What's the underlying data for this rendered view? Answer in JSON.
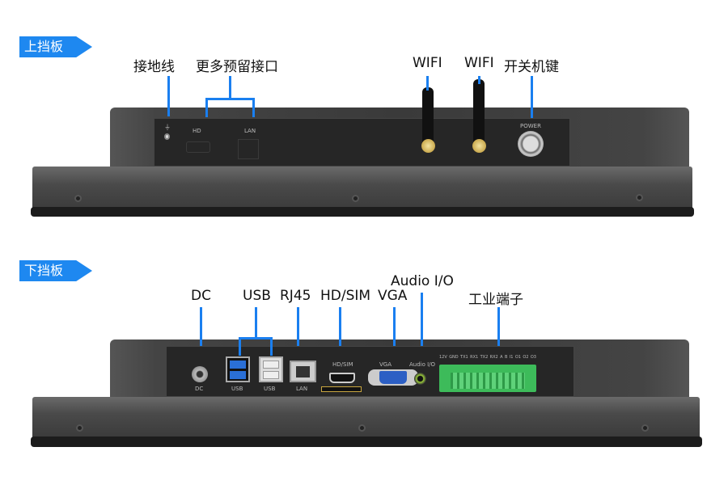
{
  "top": {
    "tag": "上挡板",
    "labels": {
      "ground": "接地线",
      "reserved": "更多预留接口",
      "wifi1": "WIFI",
      "wifi2": "WIFI",
      "power": "开关机键"
    },
    "panel_labels": {
      "hd": "HD",
      "lan": "LAN",
      "power": "POWER",
      "ground_symbol": "⏚"
    }
  },
  "bottom": {
    "tag": "下挡板",
    "labels": {
      "dc": "DC",
      "usb": "USB",
      "rj45": "RJ45",
      "hdsim": "HD/SIM",
      "vga": "VGA",
      "audio": "Audio I/O",
      "terminal": "工业端子"
    },
    "panel_labels": {
      "dc": "DC",
      "usb1": "USB",
      "usb2": "USB",
      "lan": "LAN",
      "hdsim": "HD/SIM",
      "vga": "VGA",
      "audio": "Audio I/O"
    },
    "terminal_pins": [
      "12V",
      "GND",
      "TX1",
      "RX1",
      "TX2",
      "RX2",
      "A",
      "B",
      "I1",
      "O1",
      "O2",
      "O3"
    ]
  },
  "colors": {
    "accent": "#1e88f0",
    "terminal": "#3dbb5a"
  }
}
